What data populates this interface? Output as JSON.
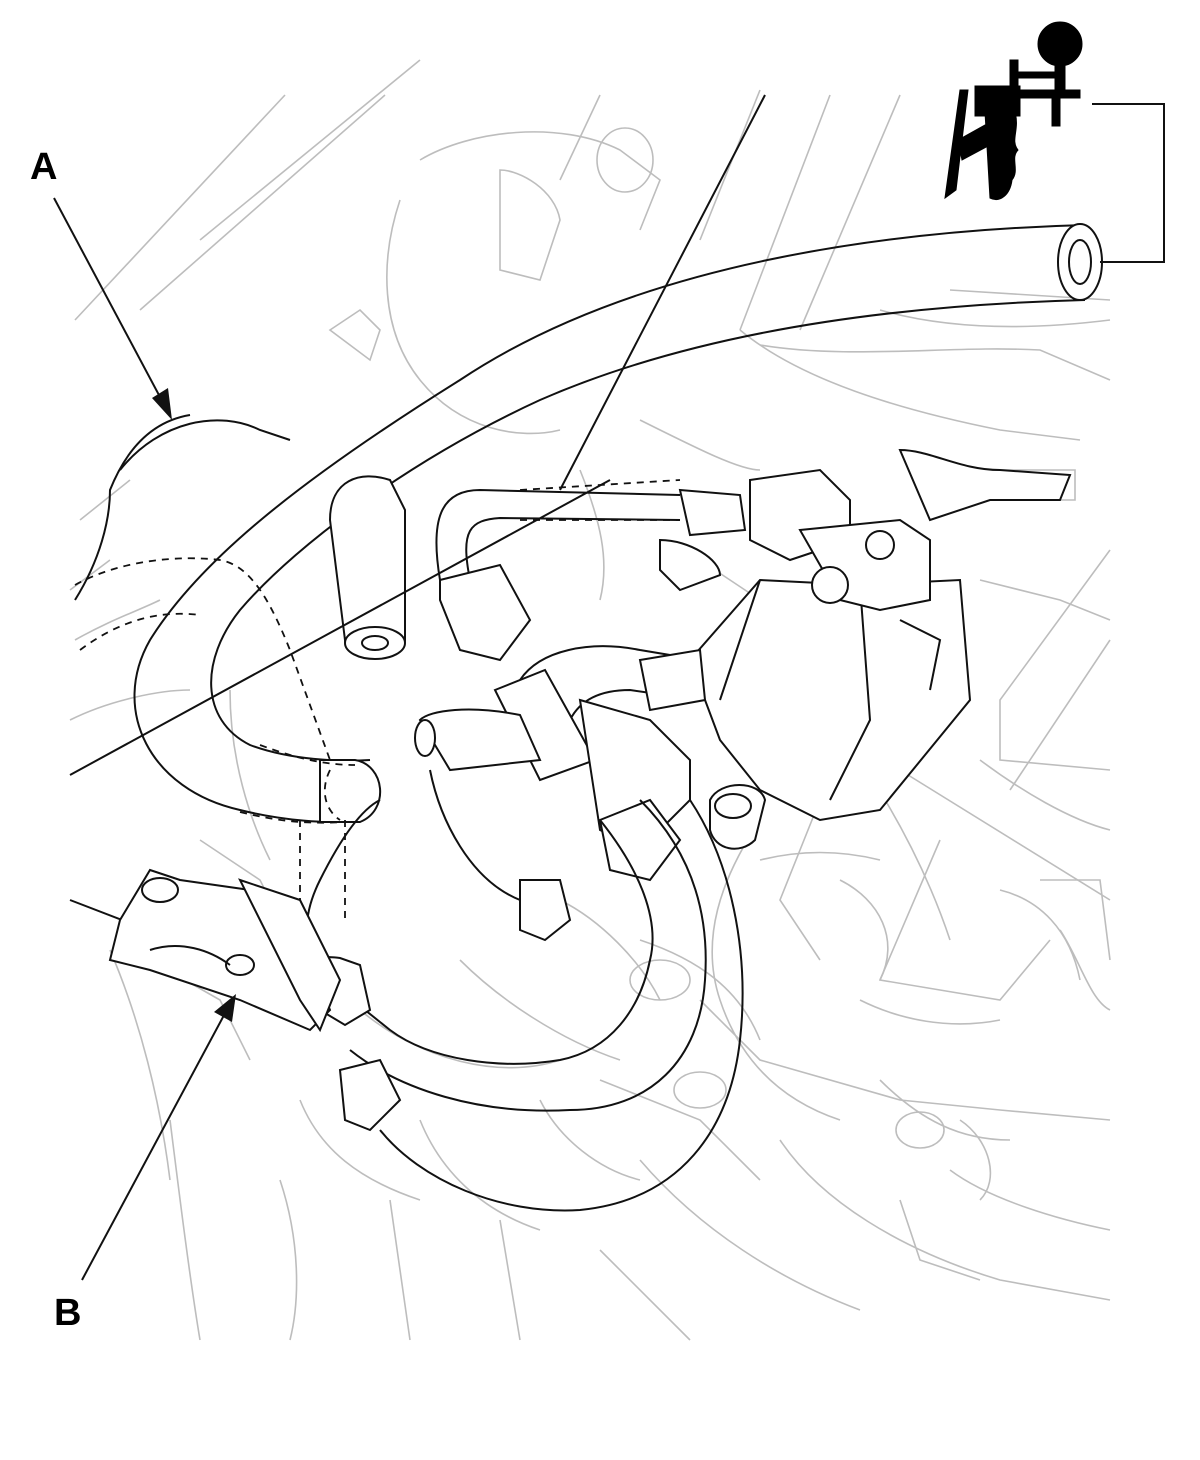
{
  "callouts": {
    "a": {
      "text": "A",
      "target": "vacuum-hose"
    },
    "b": {
      "text": "B",
      "target": "hose-fitting"
    }
  },
  "colors": {
    "line": "#111111",
    "background_line": "#bdbdbd",
    "background": "#ffffff"
  },
  "icons": {
    "pump": "vacuum-pump-icon"
  }
}
